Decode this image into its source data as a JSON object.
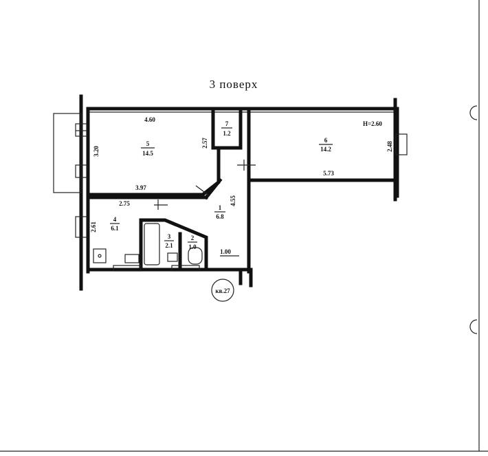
{
  "floor_title": "3 поверх",
  "height_note": "H=2.60",
  "apartment_label": "кв.27",
  "rooms": [
    {
      "number": "1",
      "area": "6.8"
    },
    {
      "number": "2",
      "area": "1.0"
    },
    {
      "number": "3",
      "area": "2.1"
    },
    {
      "number": "4",
      "area": "6.1"
    },
    {
      "number": "5",
      "area": "14.5"
    },
    {
      "number": "6",
      "area": "14.2"
    },
    {
      "number": "7",
      "area": "1.2"
    }
  ],
  "dimensions": [
    "4.60",
    "3.20",
    "2.57",
    "3.97",
    "2.75",
    "2.61",
    "4.55",
    "1.00",
    "2.48",
    "5.73"
  ]
}
